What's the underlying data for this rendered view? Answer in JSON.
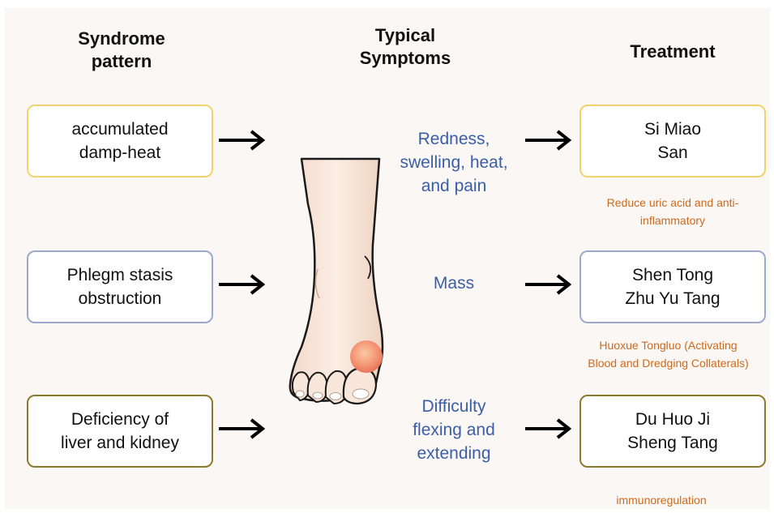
{
  "headers": {
    "syndrome": "Syndrome\npattern",
    "symptoms": "Typical\nSymptoms",
    "treatment": "Treatment"
  },
  "rows": [
    {
      "syndrome": "accumulated\ndamp-heat",
      "symptom": "Redness,\nswelling, heat,\nand pain",
      "treatment": "Si Miao\nSan",
      "note": "Reduce uric acid and anti-\ninflammatory",
      "color": "#f2d36b"
    },
    {
      "syndrome": "Phlegm stasis\nobstruction",
      "symptom": "Mass",
      "treatment": "Shen Tong\nZhu Yu Tang",
      "note": "Huoxue Tongluo (Activating\nBlood and Dredging Collaterals)",
      "color": "#9aa9cc"
    },
    {
      "syndrome": "Deficiency of\nliver and kidney",
      "symptom": "Difficulty\nflexing and\nextending",
      "treatment": "Du Huo Ji\nSheng Tang",
      "note": "immunoregulation",
      "color": "#8b7a2e"
    }
  ],
  "colors": {
    "symptom_text": "#3a5ea8",
    "note_text": "#cc6a1d",
    "arrow": "#000000"
  },
  "icons": [
    "arrow-right-icon",
    "foot-illustration"
  ]
}
